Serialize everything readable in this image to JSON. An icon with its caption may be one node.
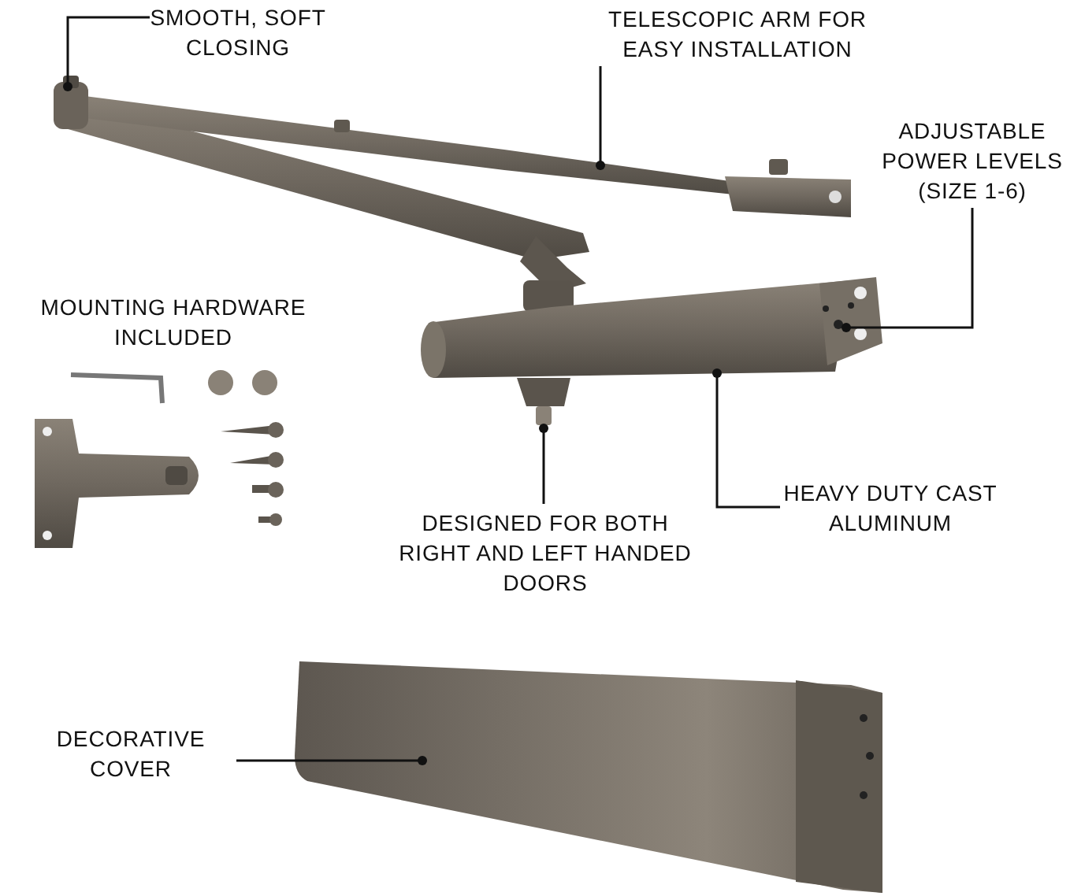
{
  "diagram": {
    "nodes": [
      {
        "text": [
          "SMOOTH, SOFT CLOSING"
        ]
      },
      {
        "text": [
          "TELESCOPIC ARM FOR EASY INSTALLATION"
        ]
      },
      {
        "text": [
          "ADJUSTABLE POWER LEVELS (SIZE 1-6)"
        ]
      },
      {
        "text": [
          "DESIGNED FOR BOTH RIGHT AND LEFT HANDED DOORS"
        ]
      },
      {
        "text": [
          "HEAVY DUTY CAST ALUMINUM"
        ]
      },
      {
        "text": [
          "DECORATIVE COVER"
        ]
      }
    ],
    "edges": [
      {
        "from": 0,
        "to": null,
        "arrow": "other"
      },
      {
        "from": 1,
        "to": null,
        "arrow": "other"
      },
      {
        "from": 2,
        "to": null,
        "arrow": "other"
      },
      {
        "from": 3,
        "to": null,
        "arrow": "other"
      },
      {
        "from": 4,
        "to": null,
        "arrow": "other"
      },
      {
        "from": 5,
        "to": null,
        "arrow": "other"
      }
    ],
    "labels": [
      "MOUNTING HARDWARE INCLUDED"
    ]
  }
}
